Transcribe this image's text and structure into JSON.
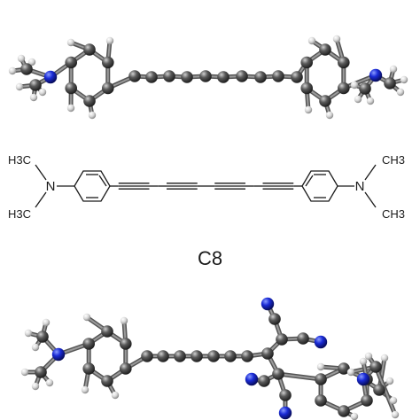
{
  "molecule_label": "C8",
  "structure": {
    "left_methyl_top": "H3C",
    "left_methyl_bottom": "H3C",
    "left_nitrogen": "N",
    "right_methyl_top": "CH3",
    "right_methyl_bottom": "CH3",
    "right_nitrogen": "N",
    "triple_bond_count": 4
  },
  "atom_colors": {
    "carbon": "#4a4a4a",
    "hydrogen": "#e6e6e6",
    "nitrogen": "#1a2bd6"
  }
}
